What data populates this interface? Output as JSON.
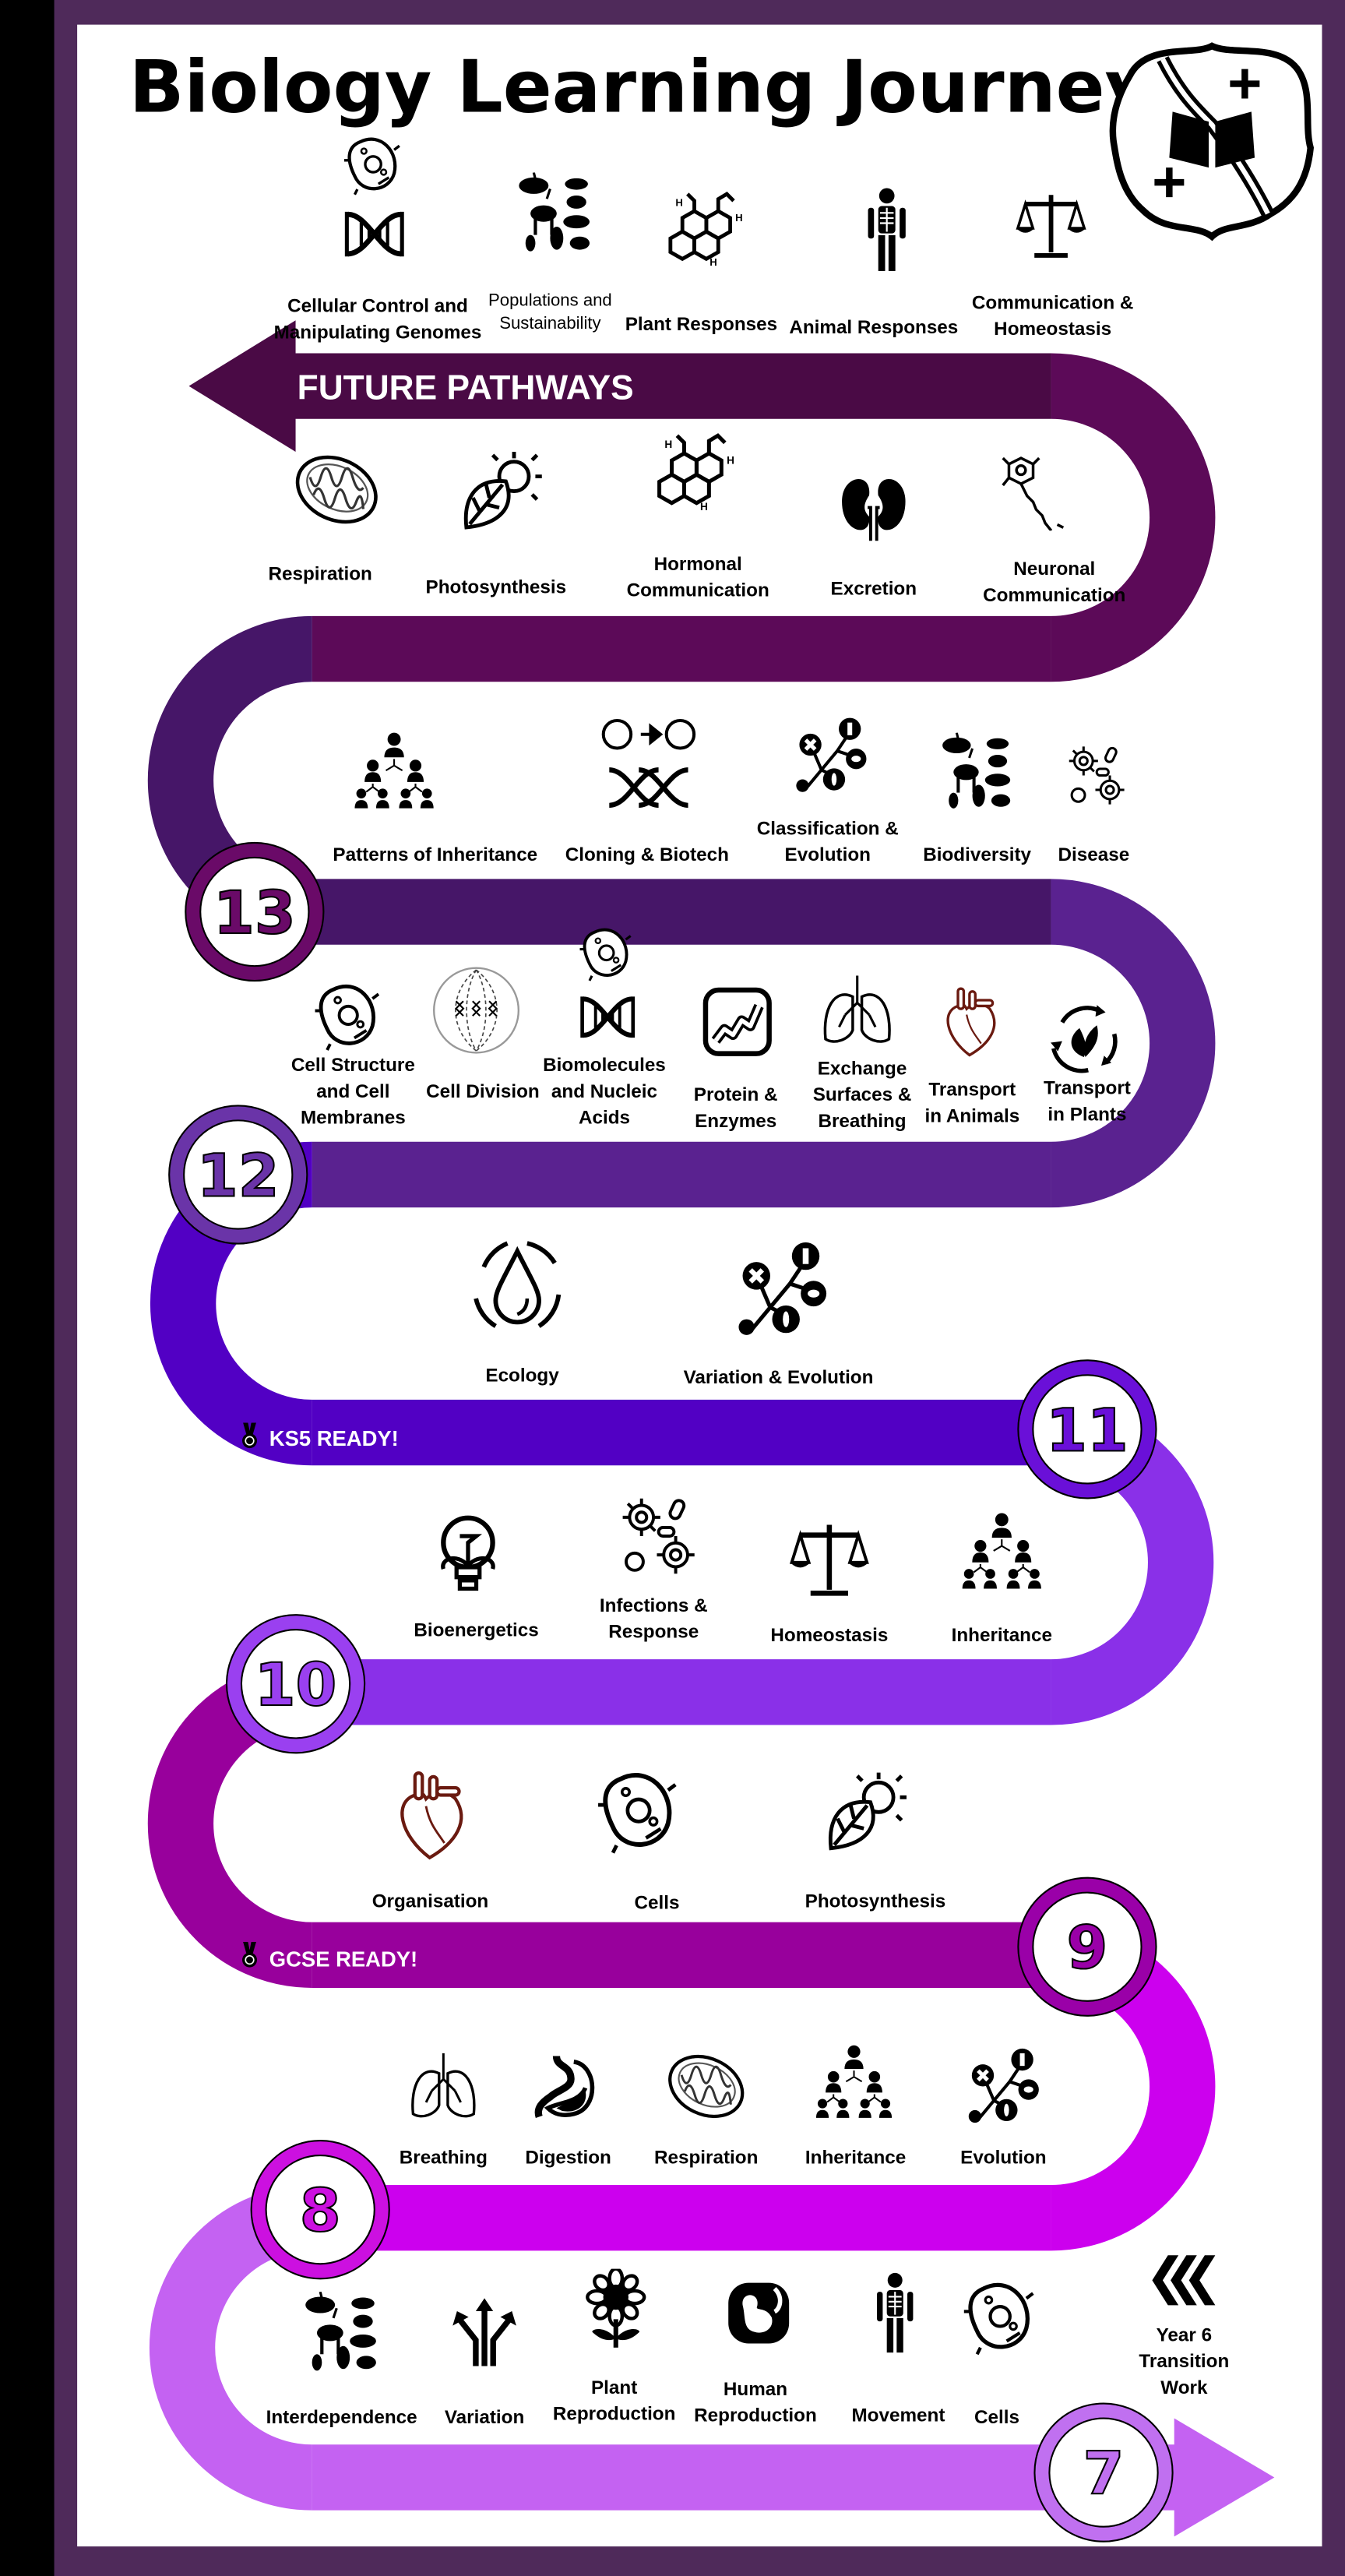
{
  "title": "Biology Learning Journey",
  "track_colors": [
    "#4a0a45",
    "#5c0a58",
    "#461668",
    "#5a2290",
    "#5200c4",
    "#8a30e8",
    "#98009c",
    "#cc00ee",
    "#c462f2"
  ],
  "badge_colors": {
    "13": "#6a0a68",
    "12": "#6a34a8",
    "11": "#6a10d8",
    "10": "#9a40f0",
    "9": "#9a00a8",
    "8": "#cc10e0",
    "7": "#c070f0"
  },
  "banners": {
    "future": "FUTURE PATHWAYS",
    "ks5": "KS5 READY!",
    "gcse": "GCSE READY!"
  },
  "years": [
    "13",
    "12",
    "11",
    "10",
    "9",
    "8",
    "7"
  ],
  "rows": [
    {
      "items": [
        {
          "lines": [
            "Cellular Control and",
            "Manipulating Genomes"
          ],
          "icon": "dna-cell"
        },
        {
          "lines": [
            "Populations and",
            "Sustainability"
          ],
          "icon": "animals"
        },
        {
          "lines": [
            "Plant Responses"
          ],
          "icon": "molecule"
        },
        {
          "lines": [
            "Animal Responses"
          ],
          "icon": "skeleton"
        },
        {
          "lines": [
            "Communication &",
            "Homeostasis"
          ],
          "icon": "scales"
        }
      ]
    },
    {
      "items": [
        {
          "lines": [
            "Respiration"
          ],
          "icon": "mitochondria"
        },
        {
          "lines": [
            "Photosynthesis"
          ],
          "icon": "leaf-sun"
        },
        {
          "lines": [
            "Hormonal",
            "Communication"
          ],
          "icon": "molecule"
        },
        {
          "lines": [
            "Excretion"
          ],
          "icon": "kidney"
        },
        {
          "lines": [
            "Neuronal",
            "Communication"
          ],
          "icon": "neuron"
        }
      ]
    },
    {
      "items": [
        {
          "lines": [
            "Patterns of Inheritance"
          ],
          "icon": "pedigree"
        },
        {
          "lines": [
            "Cloning & Biotech"
          ],
          "icon": "sheep-dna"
        },
        {
          "lines": [
            "Classification &",
            "Evolution"
          ],
          "icon": "evolution"
        },
        {
          "lines": [
            "Biodiversity"
          ],
          "icon": "animals"
        },
        {
          "lines": [
            "Disease"
          ],
          "icon": "virus"
        }
      ]
    },
    {
      "items": [
        {
          "lines": [
            "Cell Structure",
            "and Cell",
            "Membranes"
          ],
          "icon": "cell"
        },
        {
          "lines": [
            "Cell Division"
          ],
          "icon": "spindle"
        },
        {
          "lines": [
            "Biomolecules",
            "and Nucleic",
            "Acids"
          ],
          "icon": "dna-cell"
        },
        {
          "lines": [
            "Protein &",
            "Enzymes"
          ],
          "icon": "protein"
        },
        {
          "lines": [
            "Exchange",
            "Surfaces &",
            "Breathing"
          ],
          "icon": "lungs"
        },
        {
          "lines": [
            "Transport",
            "in Animals"
          ],
          "icon": "heart"
        },
        {
          "lines": [
            "Transport",
            "in Plants"
          ],
          "icon": "plant-cycle"
        }
      ]
    },
    {
      "items": [
        {
          "lines": [
            "Ecology"
          ],
          "icon": "water-cycle"
        },
        {
          "lines": [
            "Variation & Evolution"
          ],
          "icon": "evolution"
        }
      ]
    },
    {
      "items": [
        {
          "lines": [
            "Bioenergetics"
          ],
          "icon": "bulb"
        },
        {
          "lines": [
            "Infections &",
            "Response"
          ],
          "icon": "virus"
        },
        {
          "lines": [
            "Homeostasis"
          ],
          "icon": "scales"
        },
        {
          "lines": [
            "Inheritance"
          ],
          "icon": "pedigree"
        }
      ]
    },
    {
      "items": [
        {
          "lines": [
            "Organisation"
          ],
          "icon": "heart"
        },
        {
          "lines": [
            "Cells"
          ],
          "icon": "cell"
        },
        {
          "lines": [
            "Photosynthesis"
          ],
          "icon": "leaf-sun"
        }
      ]
    },
    {
      "items": [
        {
          "lines": [
            "Breathing"
          ],
          "icon": "lungs"
        },
        {
          "lines": [
            "Digestion"
          ],
          "icon": "stomach"
        },
        {
          "lines": [
            "Respiration"
          ],
          "icon": "mitochondria"
        },
        {
          "lines": [
            "Inheritance"
          ],
          "icon": "pedigree"
        },
        {
          "lines": [
            "Evolution"
          ],
          "icon": "evolution"
        }
      ]
    },
    {
      "items": [
        {
          "lines": [
            "Interdependence"
          ],
          "icon": "animals"
        },
        {
          "lines": [
            "Variation"
          ],
          "icon": "branch-arrows"
        },
        {
          "lines": [
            "Plant",
            "Reproduction"
          ],
          "icon": "flower"
        },
        {
          "lines": [
            "Human",
            "Reproduction"
          ],
          "icon": "embryo"
        },
        {
          "lines": [
            "Movement"
          ],
          "icon": "skeleton"
        },
        {
          "lines": [
            "Cells"
          ],
          "icon": "cell"
        },
        {
          "lines": [
            "Year 6",
            "Transition",
            "Work"
          ],
          "icon": "chevrons"
        }
      ]
    }
  ]
}
